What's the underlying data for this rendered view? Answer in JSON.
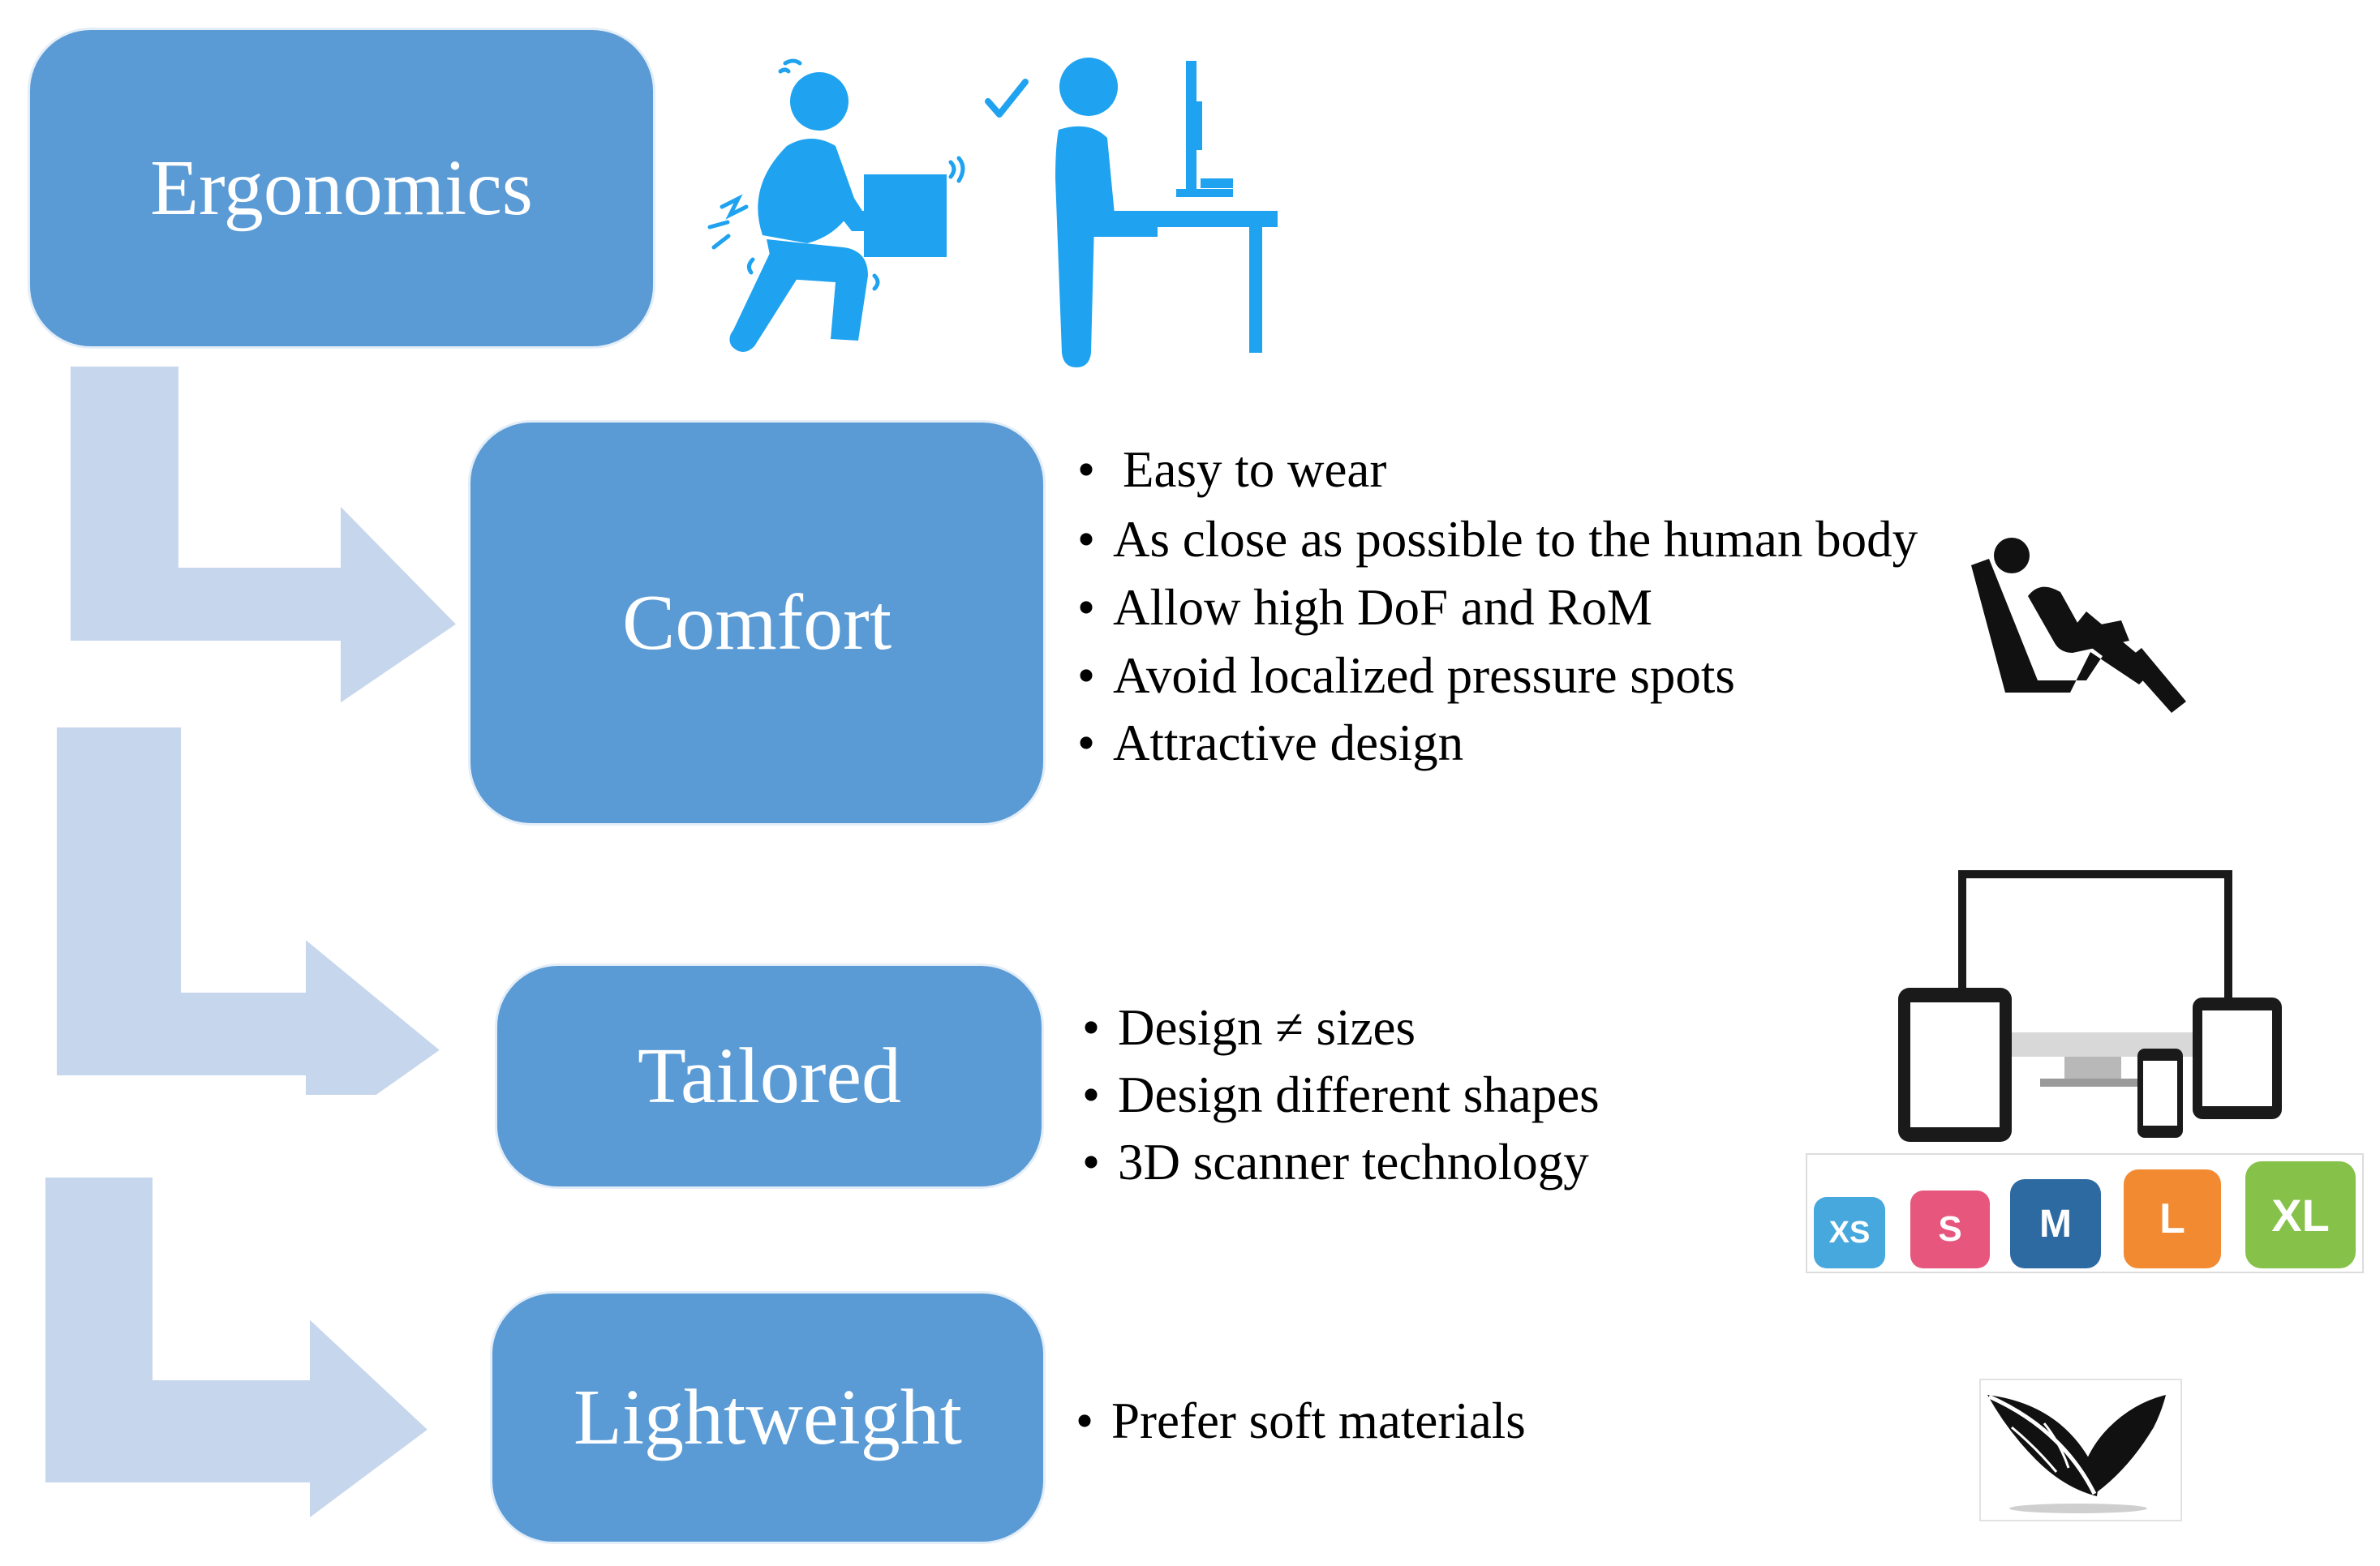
{
  "colors": {
    "box": "#5b9bd5",
    "arrow": "#c6d6ec",
    "person": "#1fa3f0",
    "black": "#111111"
  },
  "stages": [
    {
      "label": "Ergonomics"
    },
    {
      "label": "Comfort",
      "bullets": [
        "Easy to wear",
        "As close as possible to the human body",
        "Allow high DoF and RoM",
        "Avoid localized pressure spots",
        "Attractive design"
      ]
    },
    {
      "label": "Tailored",
      "bullets": [
        "Design ≠ sizes",
        "Design different shapes",
        "3D scanner technology"
      ]
    },
    {
      "label": "Lightweight",
      "bullets": [
        "Prefer soft materials"
      ]
    }
  ],
  "sizes": [
    "XS",
    "S",
    "M",
    "L",
    "XL"
  ],
  "icons": [
    "lifting-person-icon",
    "standing-desk-person-icon",
    "reclining-seat-icon",
    "devices-icon",
    "feather-icon"
  ]
}
